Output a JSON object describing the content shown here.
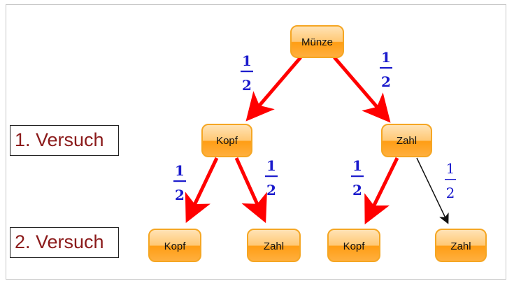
{
  "nodes": {
    "root": "Münze",
    "l1_left": "Kopf",
    "l1_right": "Zahl",
    "l2_ll": "Kopf",
    "l2_lr": "Zahl",
    "l2_rl": "Kopf",
    "l2_rr": "Zahl"
  },
  "edges": {
    "root_left": {
      "num": "1",
      "den": "2"
    },
    "root_right": {
      "num": "1",
      "den": "2"
    },
    "left_left": {
      "num": "1",
      "den": "2"
    },
    "left_right": {
      "num": "1",
      "den": "2"
    },
    "right_left": {
      "num": "1",
      "den": "2"
    },
    "right_right": {
      "num": "1",
      "den": "2"
    }
  },
  "labels": {
    "level1": "1. Versuch",
    "level2": "2. Versuch"
  },
  "colors": {
    "highlight_arrow": "#ff0000",
    "plain_arrow": "#111111",
    "fraction_blue": "#1a1acc",
    "node_fill_top": "#ffd9a0",
    "node_fill_bottom": "#ff9d14",
    "node_border": "#f5a623",
    "label_text": "#8b1a1a"
  }
}
